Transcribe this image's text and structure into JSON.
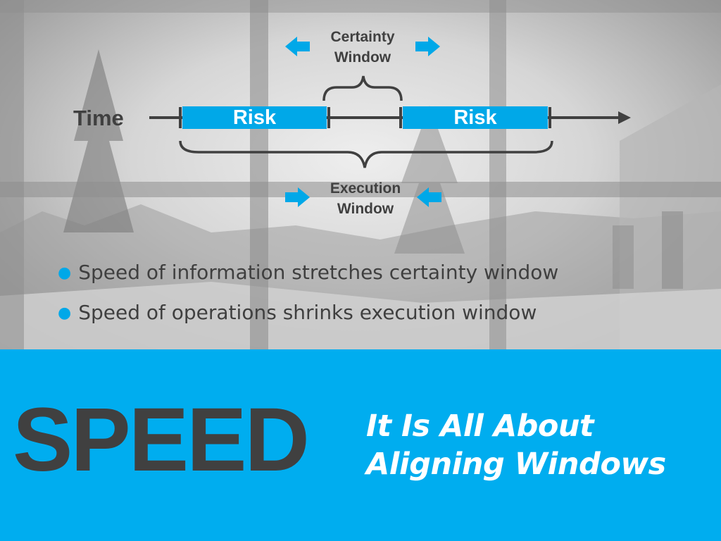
{
  "diagram": {
    "time_label": "Time",
    "risk_labels": [
      "Risk",
      "Risk"
    ],
    "certainty_window": [
      "Certainty",
      "Window"
    ],
    "execution_window": [
      "Execution",
      "Window"
    ]
  },
  "bullets": [
    "Speed of information stretches certainty window",
    "Speed of operations shrinks execution window"
  ],
  "banner": {
    "title": "SPEED",
    "tagline": [
      "It Is All About",
      "Aligning Windows"
    ]
  },
  "colors": {
    "accent": "#00adef",
    "text_dark": "#404040",
    "bar": "#404040",
    "white": "#ffffff"
  },
  "icons": [
    "arrow-left-icon",
    "arrow-right-icon"
  ]
}
